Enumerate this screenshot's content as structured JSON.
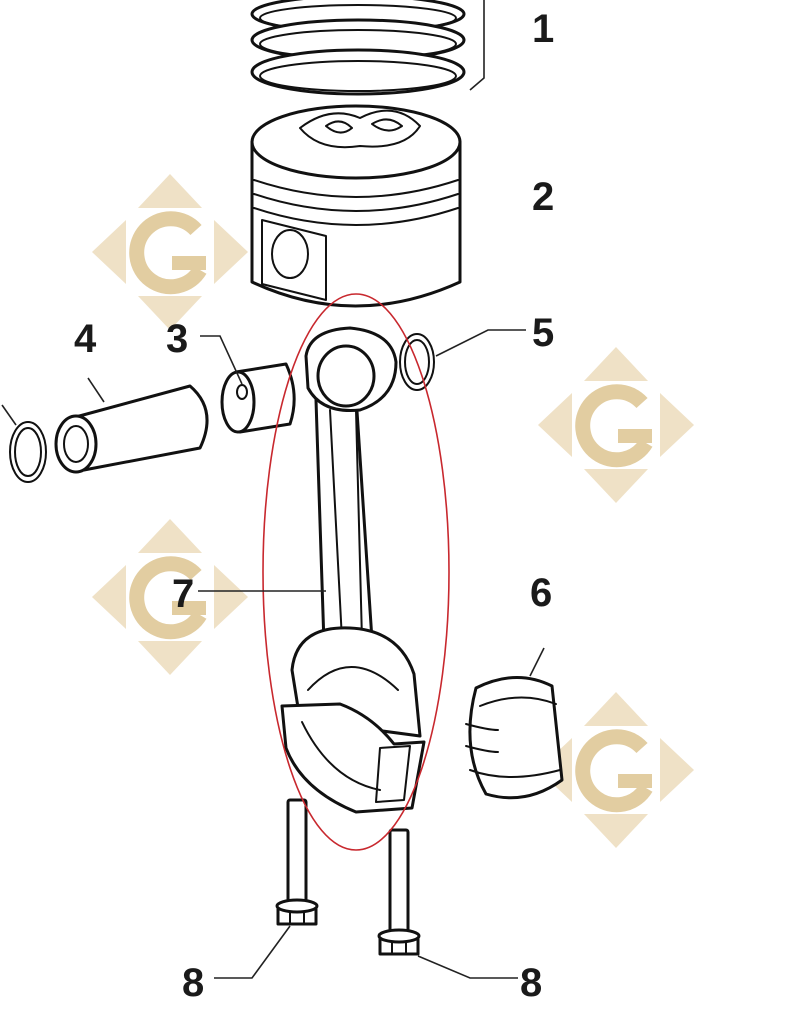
{
  "callouts": [
    {
      "id": "1",
      "label": "1"
    },
    {
      "id": "2",
      "label": "2"
    },
    {
      "id": "3",
      "label": "3"
    },
    {
      "id": "4",
      "label": "4"
    },
    {
      "id": "5",
      "label": "5"
    },
    {
      "id": "6",
      "label": "6"
    },
    {
      "id": "7",
      "label": "7"
    },
    {
      "id": "8a",
      "label": "8"
    },
    {
      "id": "8b",
      "label": "8"
    }
  ],
  "colors": {
    "line": "#111111",
    "highlight": "#c8282e",
    "watermark": "#e2cda1",
    "watermark_light": "#efe1c6"
  },
  "watermark": {
    "glyph": "G",
    "count": 4
  }
}
